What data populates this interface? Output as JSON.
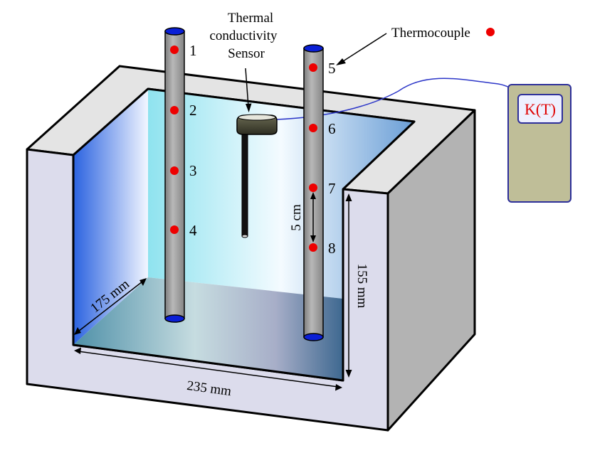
{
  "labels": {
    "sensor_line1": "Thermal",
    "sensor_line2": "conductivity",
    "sensor_line3": "Sensor",
    "thermocouple": "Thermocouple",
    "meter": "K(T)"
  },
  "dimensions": {
    "depth": "175 mm",
    "width": "235 mm",
    "height": "155 mm",
    "spacing": "5 cm"
  },
  "probe_left_numbers": [
    "1",
    "2",
    "3",
    "4"
  ],
  "probe_right_numbers": [
    "5",
    "6",
    "7",
    "8"
  ],
  "colors": {
    "thermocouple_dot": "#ee0000",
    "probe_cap": "#0a1fd6",
    "probe_body": "#9a9a9a",
    "meter_body": "#bfbe98",
    "meter_border": "#2d2f9a",
    "cable": "#2c36c8",
    "container_face": "#dcdcec",
    "container_top": "#e4e4e4",
    "container_side": "#b3b3b3"
  }
}
